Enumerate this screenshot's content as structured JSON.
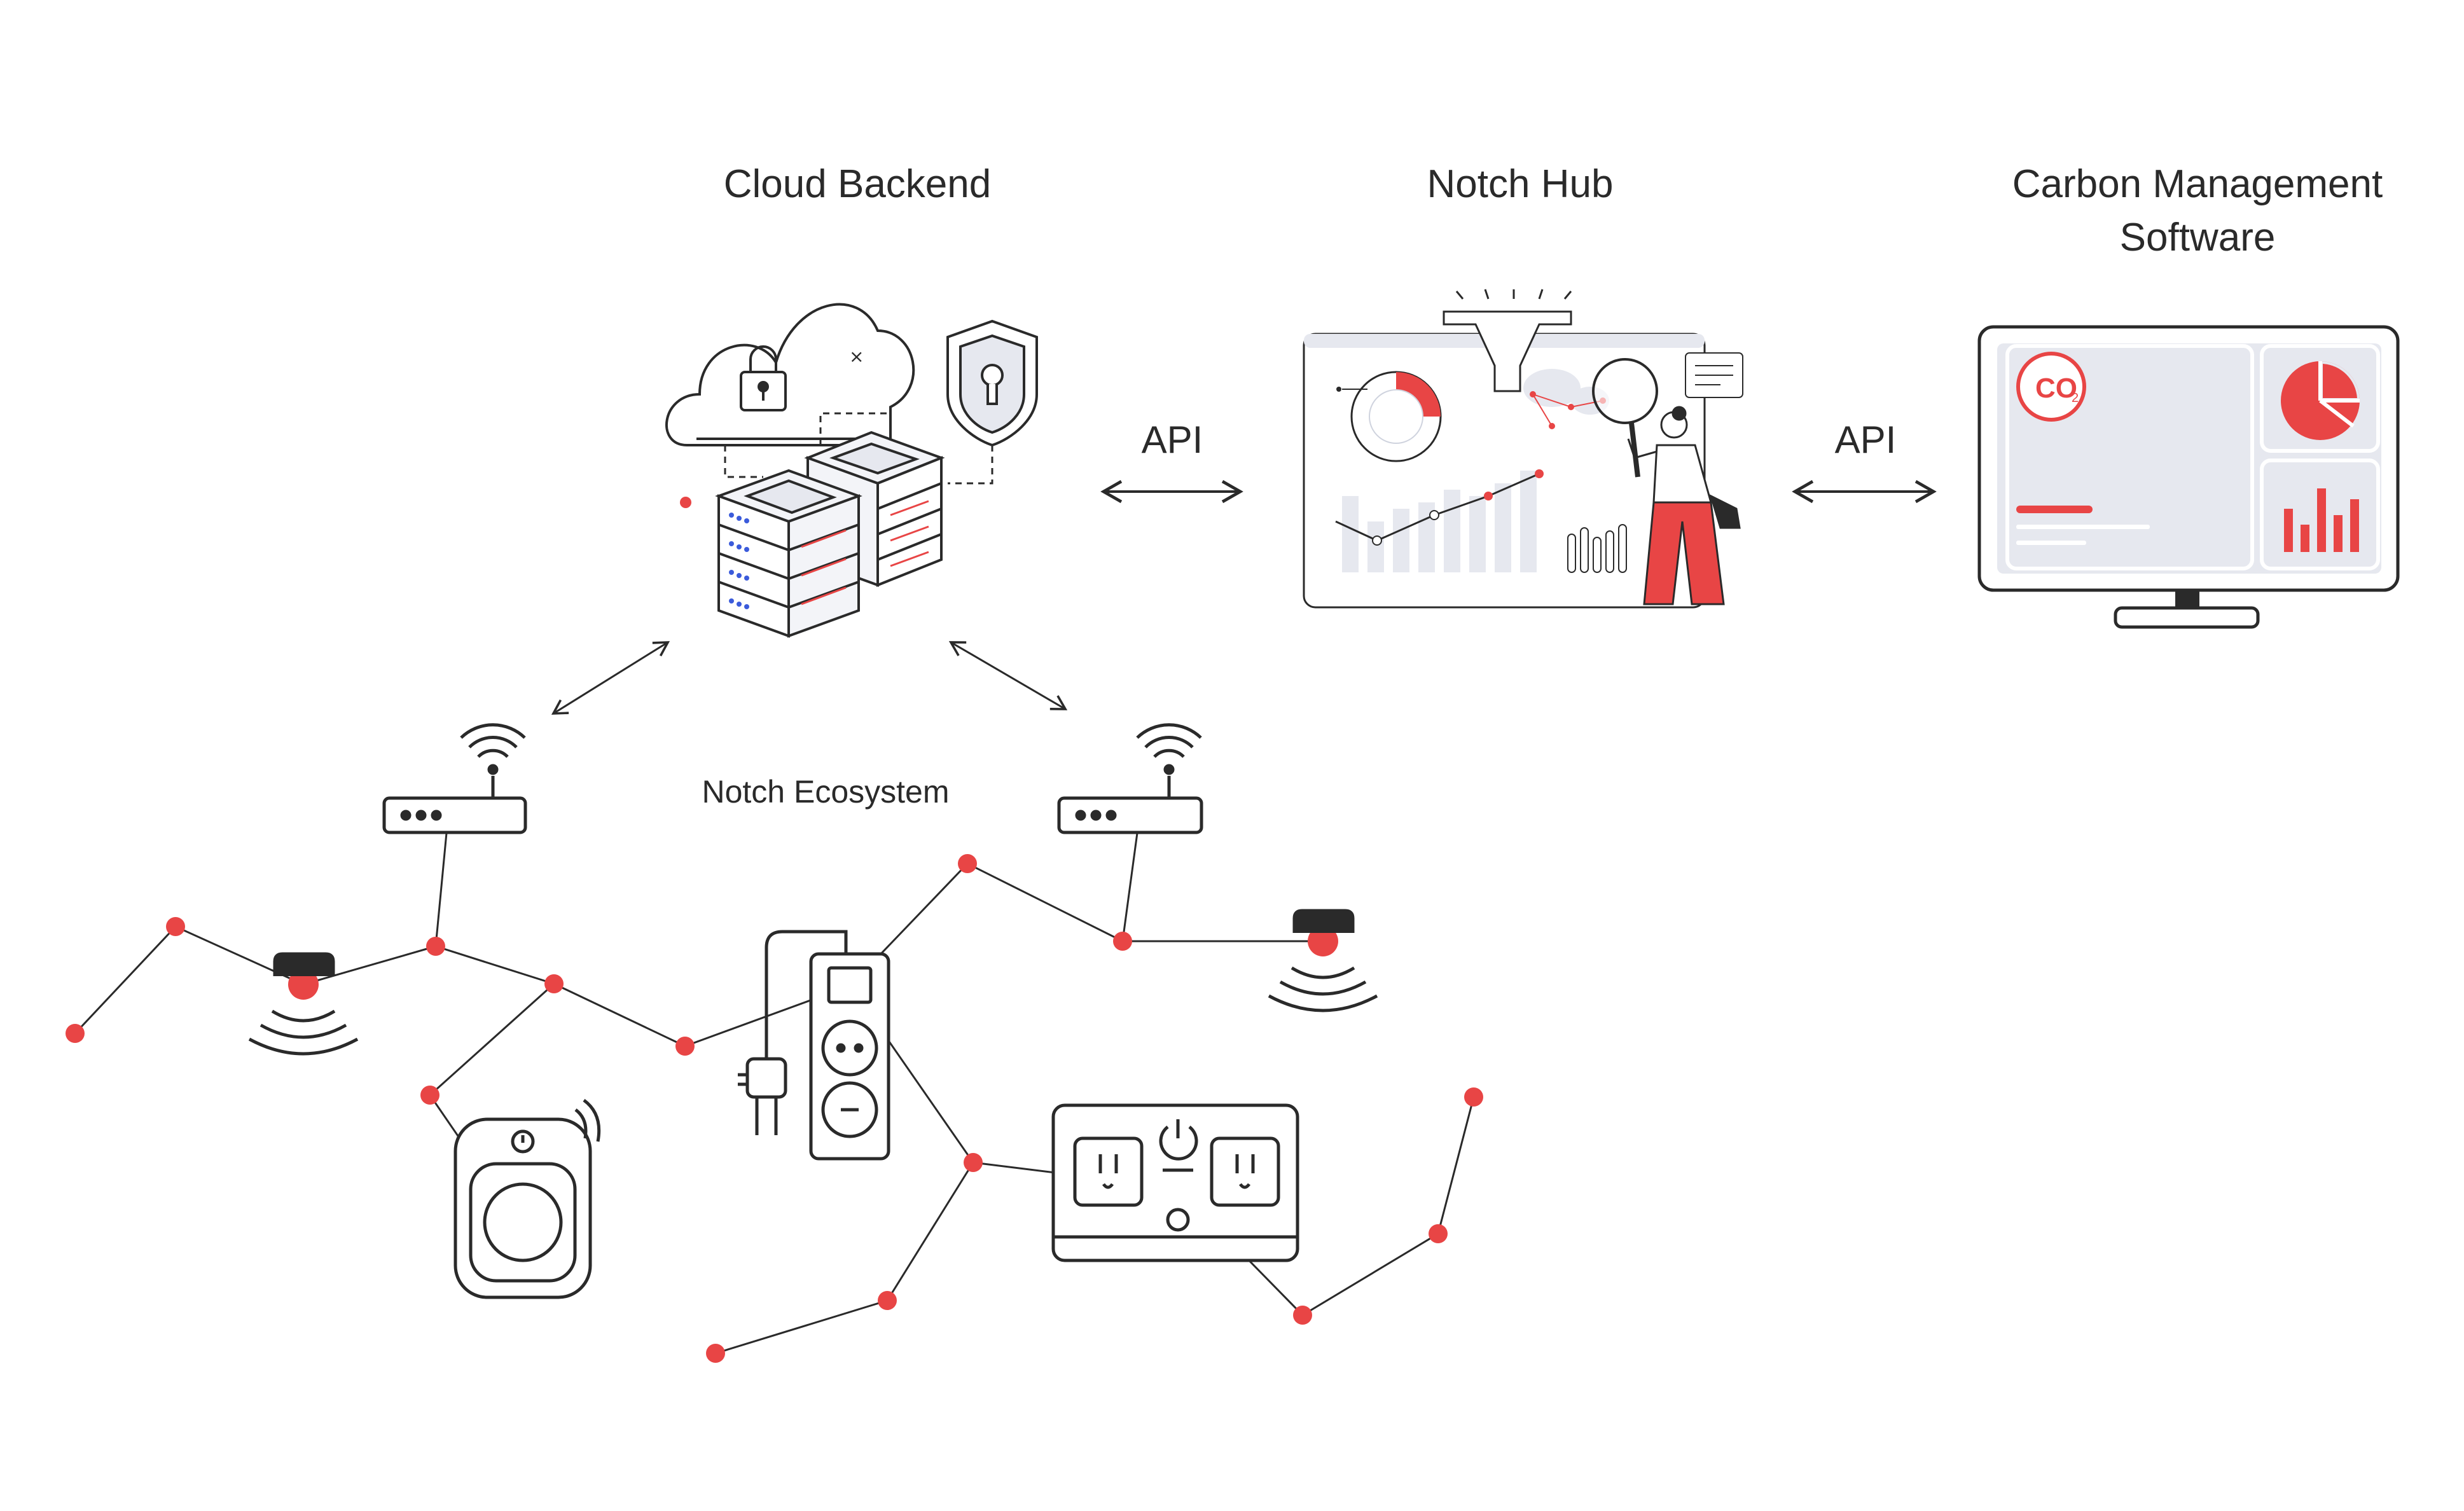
{
  "sections": {
    "cloud_backend": "Cloud Backend",
    "notch_hub": "Notch Hub",
    "carbon_software_line1": "Carbon Management",
    "carbon_software_line2": "Software",
    "notch_ecosystem": "Notch Ecosystem"
  },
  "connectors": {
    "api_left": "API",
    "api_right": "API"
  },
  "monitor": {
    "co2_label": "CO",
    "co2_subscript": "2"
  },
  "colors": {
    "accent": "#e84545",
    "stroke": "#2a2a2a",
    "panel": "#e6e8ef",
    "soft": "#d9dce6"
  }
}
